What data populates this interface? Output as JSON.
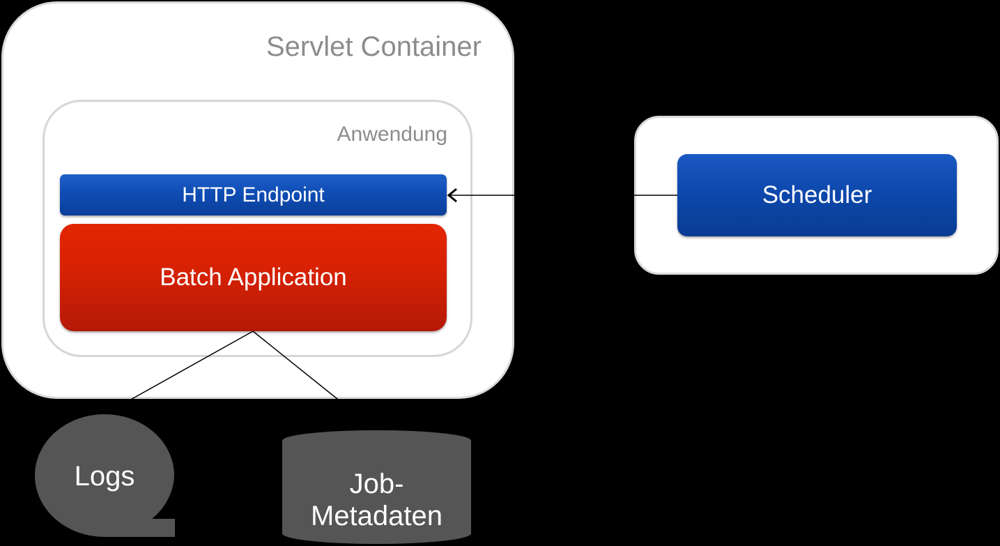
{
  "diagram": {
    "servlet_container": {
      "title": "Servlet Container"
    },
    "application": {
      "title": "Anwendung"
    },
    "http_endpoint": {
      "label": "HTTP Endpoint"
    },
    "batch_application": {
      "label": "Batch Application"
    },
    "scheduler": {
      "label": "Scheduler"
    },
    "logs": {
      "label": "Logs",
      "shape": "sequential-storage"
    },
    "job_metadata": {
      "label_line1": "Job-",
      "label_line2": "Metadaten",
      "shape": "database-cylinder"
    },
    "edges": [
      {
        "from": "Scheduler",
        "to": "HTTP Endpoint",
        "arrow": "open-arrowhead-at-target"
      },
      {
        "from": "Batch Application",
        "to": "Logs",
        "arrow": "none-visible"
      },
      {
        "from": "Batch Application",
        "to": "Job-Metadaten",
        "arrow": "none-visible"
      }
    ]
  },
  "colors": {
    "background": "#000000",
    "panel": "#ffffff",
    "panel_border": "#d9d9d9",
    "panel_title": "#8c8c8c",
    "endpoint_blue": "#0f4db4",
    "batch_red": "#d82203",
    "storage_gray": "#555555",
    "label_white": "#ffffff"
  }
}
